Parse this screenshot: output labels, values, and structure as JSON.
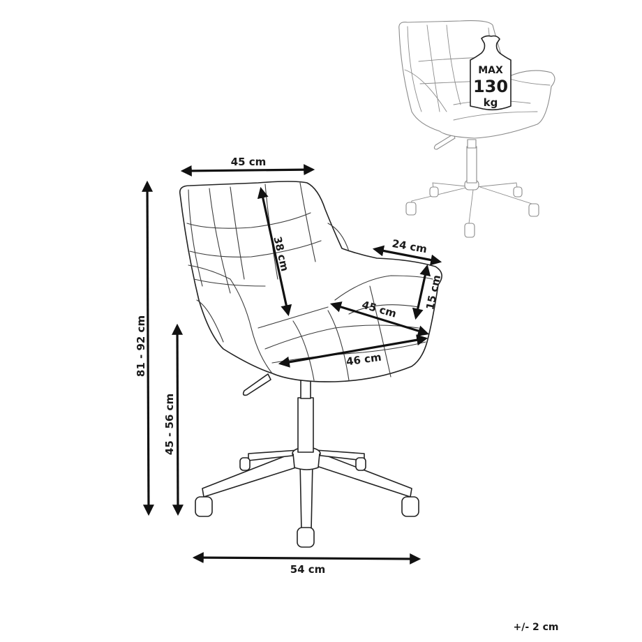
{
  "diagram": {
    "subject": "Swivel office chair with quilted armchair seat",
    "dimensions": {
      "top_width": "45 cm",
      "backrest_height": "38 cm",
      "armrest_length": "24 cm",
      "armrest_height": "15 cm",
      "seat_depth": "45 cm",
      "seat_width": "46 cm",
      "total_height": "81 - 92 cm",
      "seat_height": "45 - 56 cm",
      "base_width": "54 cm"
    },
    "weight_badge": {
      "line1": "MAX",
      "line2": "130",
      "line3": "kg"
    },
    "tolerance": "+/- 2 cm",
    "colors": {
      "line": "#111111",
      "ghost_line": "#8a8a8a",
      "background": "#ffffff"
    }
  }
}
